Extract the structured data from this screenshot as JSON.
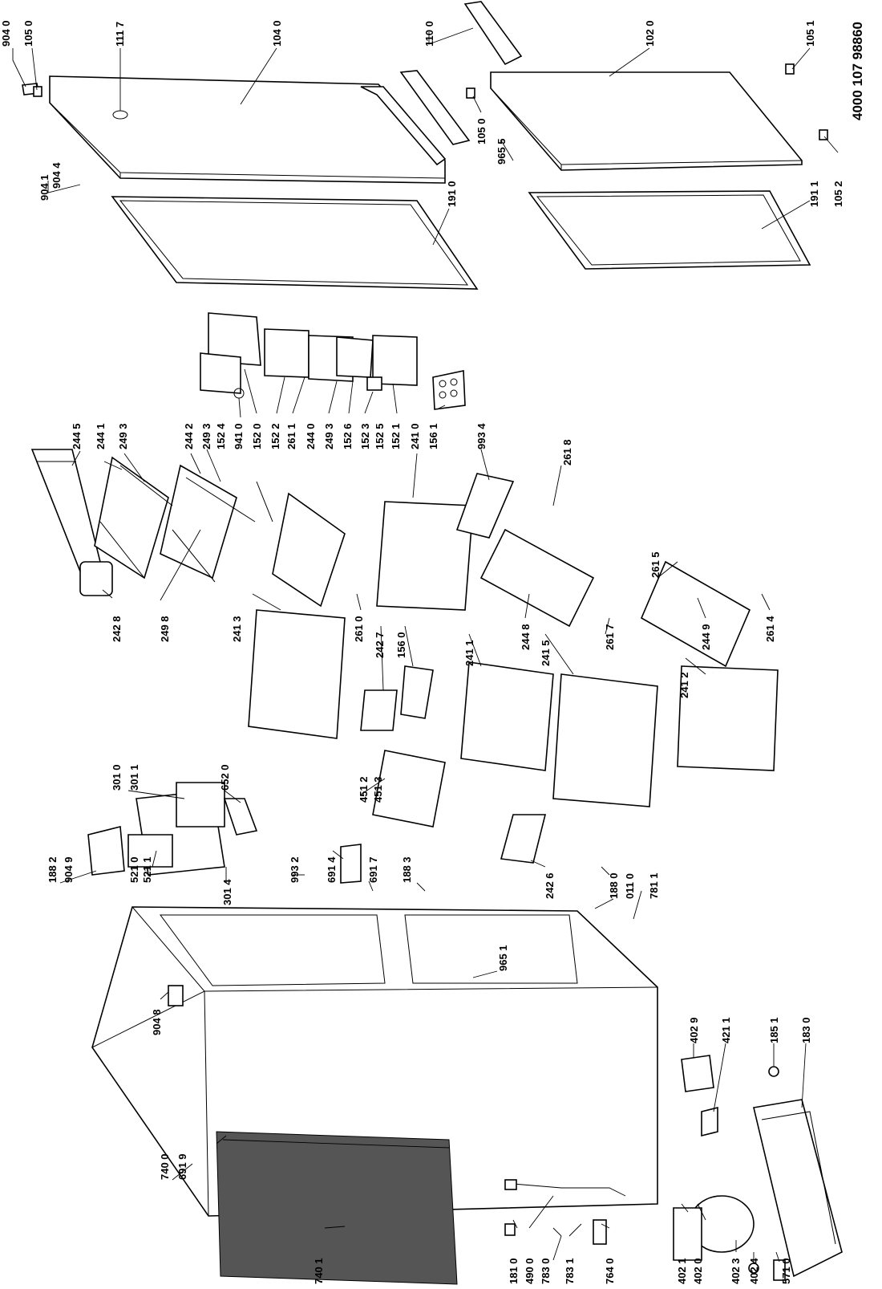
{
  "document_number": "4000 107 98860",
  "labels": {
    "l9040": "904 0",
    "l1050a": "105 0",
    "l1117": "111 7",
    "l1040": "104 0",
    "l1100": "110 0",
    "l1020": "102 0",
    "l1051": "105 1",
    "l9041": "904 1",
    "l9044": "904 4",
    "l1910": "191 0",
    "l1050b": "105 0",
    "l9655": "965 5",
    "l1911": "191 1",
    "l1052": "105 2",
    "l2445": "244 5",
    "l2441": "244 1",
    "l2493a": "249 3",
    "l2442": "244 2",
    "l2493b": "249 3",
    "l1524": "152 4",
    "l9410": "941 0",
    "l1520": "152 0",
    "l1522": "152 2",
    "l2611": "261 1",
    "l2440": "244 0",
    "l2493c": "249 3",
    "l1526": "152 6",
    "l1523": "152 3",
    "l1525": "152 5",
    "l1521": "152 1",
    "l2410": "241 0",
    "l1561": "156 1",
    "l9934": "993 4",
    "l2618": "261 8",
    "l2428": "242 8",
    "l2498": "249 8",
    "l2413": "241 3",
    "l2610": "261 0",
    "l2427": "242 7",
    "l1560": "156 0",
    "l2411": "241 1",
    "l2448": "244 8",
    "l2415": "241 5",
    "l2617": "261 7",
    "l2615": "261 5",
    "l2449": "244 9",
    "l2614": "261 4",
    "l2412": "241 2",
    "l3010": "301 0",
    "l3011": "301 1",
    "l6520": "652 0",
    "l1882": "188 2",
    "l9049": "904 9",
    "l5210": "521 0",
    "l5211": "521 1",
    "l3014": "301 4",
    "l4512": "451 2",
    "l4513": "451 3",
    "l9932": "993 2",
    "l6914": "691 4",
    "l6917": "691 7",
    "l1883": "188 3",
    "l2426": "242 6",
    "l1880": "188 0",
    "l0110": "011 0",
    "l7811": "781 1",
    "l9651": "965 1",
    "l9048": "904 8",
    "l7400": "740 0",
    "l6919": "691 9",
    "l7401": "740 1",
    "l1810": "181 0",
    "l4900": "490 0",
    "l7830": "783 0",
    "l7831": "783 1",
    "l7640": "764 0",
    "l4029": "402 9",
    "l4211": "421 1",
    "l1851": "185 1",
    "l1830": "183 0",
    "l4021": "402 1",
    "l4020": "402 0",
    "l4023": "402 3",
    "l4024": "402 4",
    "l5710": "571 0"
  }
}
